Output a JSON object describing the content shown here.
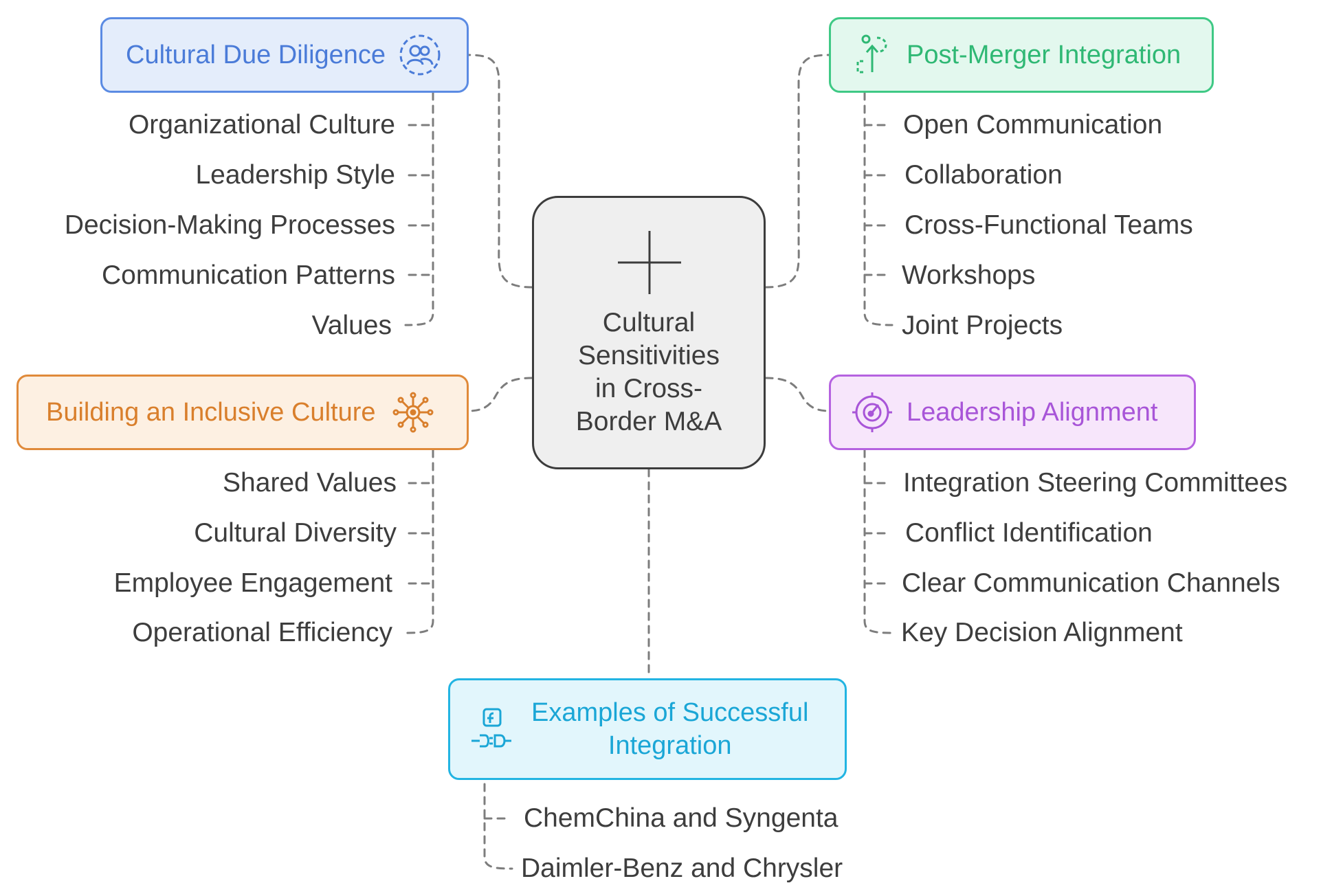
{
  "center": {
    "title": "Cultural\nSensitivities\nin Cross-\nBorder M&A",
    "icon": "plus-icon"
  },
  "branches": {
    "due_diligence": {
      "title": "Cultural Due Diligence",
      "icon": "people-icon",
      "color": "#4a7bd8",
      "items": [
        "Organizational Culture",
        "Leadership Style",
        "Decision-Making Processes",
        "Communication Patterns",
        "Values"
      ]
    },
    "post_merger": {
      "title": "Post-Merger Integration",
      "icon": "growth-arrow-icon",
      "color": "#2fb874",
      "items": [
        "Open Communication",
        "Collaboration",
        "Cross-Functional Teams",
        "Workshops",
        "Joint Projects"
      ]
    },
    "inclusive": {
      "title": "Building an Inclusive Culture",
      "icon": "network-hub-icon",
      "color": "#d97f2c",
      "items": [
        "Shared Values",
        "Cultural Diversity",
        "Employee Engagement",
        "Operational Efficiency"
      ]
    },
    "leadership": {
      "title": "Leadership Alignment",
      "icon": "target-gauge-icon",
      "color": "#a855d8",
      "items": [
        "Integration Steering Committees",
        "Conflict Identification",
        "Clear Communication Channels",
        "Key Decision Alignment"
      ]
    },
    "examples": {
      "title_line1": "Examples of Successful",
      "title_line2": "Integration",
      "icon": "plug-connect-icon",
      "color": "#1aa6d6",
      "items": [
        "ChemChina and Syngenta",
        "Daimler-Benz and Chrysler"
      ]
    }
  }
}
